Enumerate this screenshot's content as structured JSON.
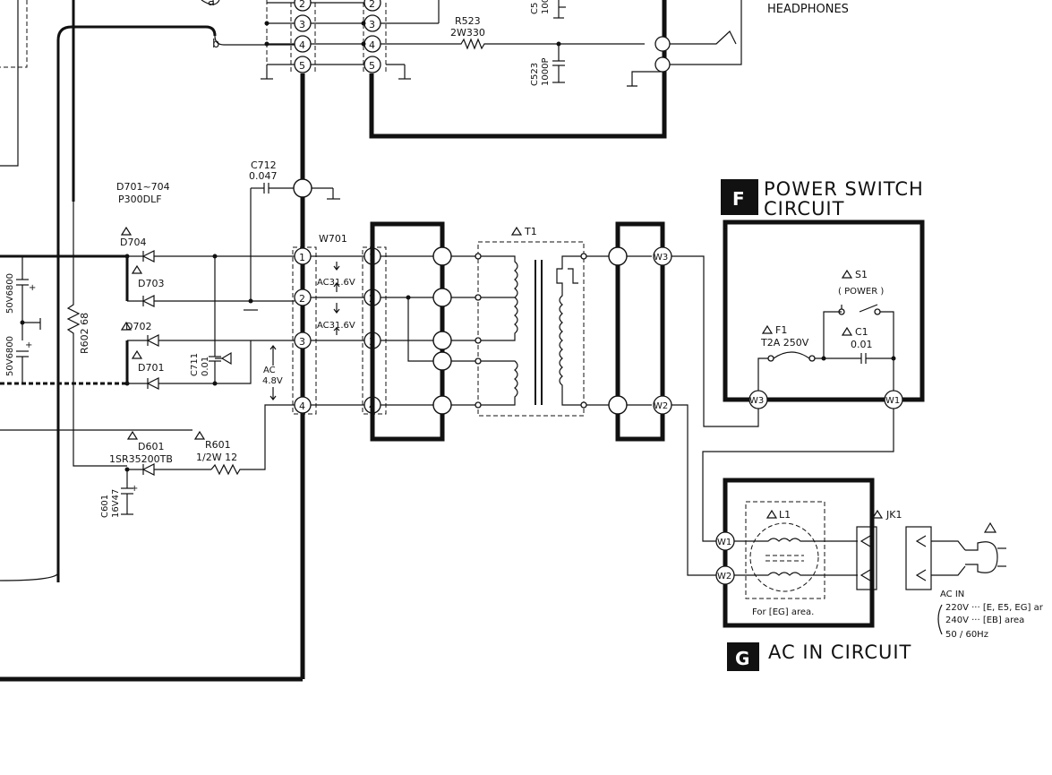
{
  "labels": {
    "headphones": "HEADPHONES",
    "conn_a": "a",
    "conn_b": "b",
    "r523_name": "R523",
    "r523_value": "2W330",
    "c5_name": "C5",
    "c5_value": "100",
    "c523_name": "C523",
    "c523_value": "1000P",
    "c712_name": "C712",
    "c712_value": "0.047",
    "diode_range": "D701~704",
    "diode_type": "P300DLF",
    "d704": "D704",
    "d703": "D703",
    "d702": "D702",
    "d701": "D701",
    "w701": "W701",
    "ac31_top": "AC31.6V",
    "ac31_bot": "AC31.6V",
    "ac_48_a": "AC",
    "ac_48_b": "4.8V",
    "cap_left1": "50V6800",
    "cap_left2": "50V6800",
    "r602": "R602 68",
    "c711_name": "C711",
    "c711_value": "0.01",
    "d601_name": "D601",
    "d601_type": "1SR35200TB",
    "r601_name": "R601",
    "r601_value": "1/2W 12",
    "c601_name": "C601",
    "c601_value": "16V47",
    "t1": "T1",
    "w3_a": "W3",
    "w2_a": "W2",
    "w3_b": "W3",
    "w1_b": "W1",
    "w1_c": "W1",
    "w2_c": "W2",
    "s1": "S1",
    "s1_note": "( POWER )",
    "f1": "F1",
    "f1_value": "T2A 250V",
    "c1": "C1",
    "c1_value": "0.01",
    "l1": "L1",
    "jk1": "JK1",
    "for_eg": "For [EG] area.",
    "ac_in": "AC IN",
    "ac_line1": "220V ··· [E, E5, EG] ar",
    "ac_line2": "240V ··· [EB] area",
    "ac_line3": "50 / 60Hz"
  },
  "pins": [
    "1",
    "2",
    "3",
    "4",
    "5"
  ],
  "sections": {
    "f_badge": "F",
    "f_title1": "POWER SWITCH",
    "f_title2": "CIRCUIT",
    "g_badge": "G",
    "g_title": "AC IN CIRCUIT"
  }
}
